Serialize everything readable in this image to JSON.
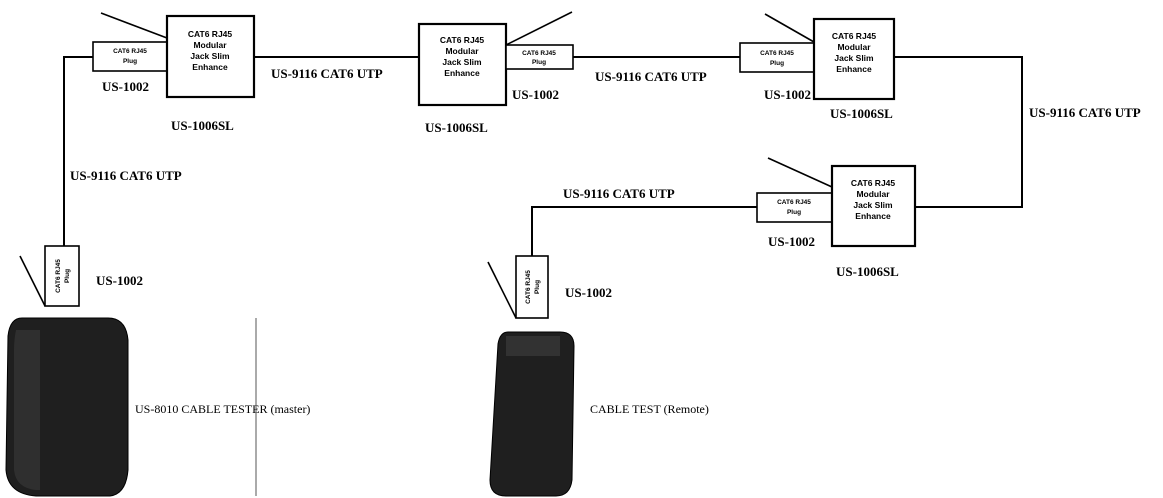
{
  "components": {
    "plug": {
      "title": "CAT6 RJ45",
      "subtitle": "Plug",
      "model": "US-1002"
    },
    "jack": {
      "line1": "CAT6 RJ45",
      "line2": "Modular",
      "line3": "Jack Slim",
      "line4": "Enhance",
      "model": "US-1006SL"
    },
    "cable": {
      "label": "US-9116 CAT6 UTP"
    }
  },
  "devices": {
    "master": {
      "label": "US-8010 CABLE TESTER (master)",
      "color": "#1f1f1f"
    },
    "remote": {
      "label": "CABLE TEST (Remote)",
      "color": "#2a2a2a"
    }
  },
  "links": [
    {
      "from": "master-tester",
      "to": "plug-1",
      "cable": "US-9116 CAT6 UTP"
    },
    {
      "from": "jack-1",
      "to": "jack-2",
      "cable": "US-9116 CAT6 UTP"
    },
    {
      "from": "jack-2",
      "to": "jack-3",
      "cable": "US-9116 CAT6 UTP"
    },
    {
      "from": "jack-3",
      "to": "jack-4",
      "cable": "US-9116 CAT6 UTP"
    },
    {
      "from": "jack-4",
      "to": "remote-tester",
      "cable": "US-9116 CAT6 UTP"
    }
  ]
}
